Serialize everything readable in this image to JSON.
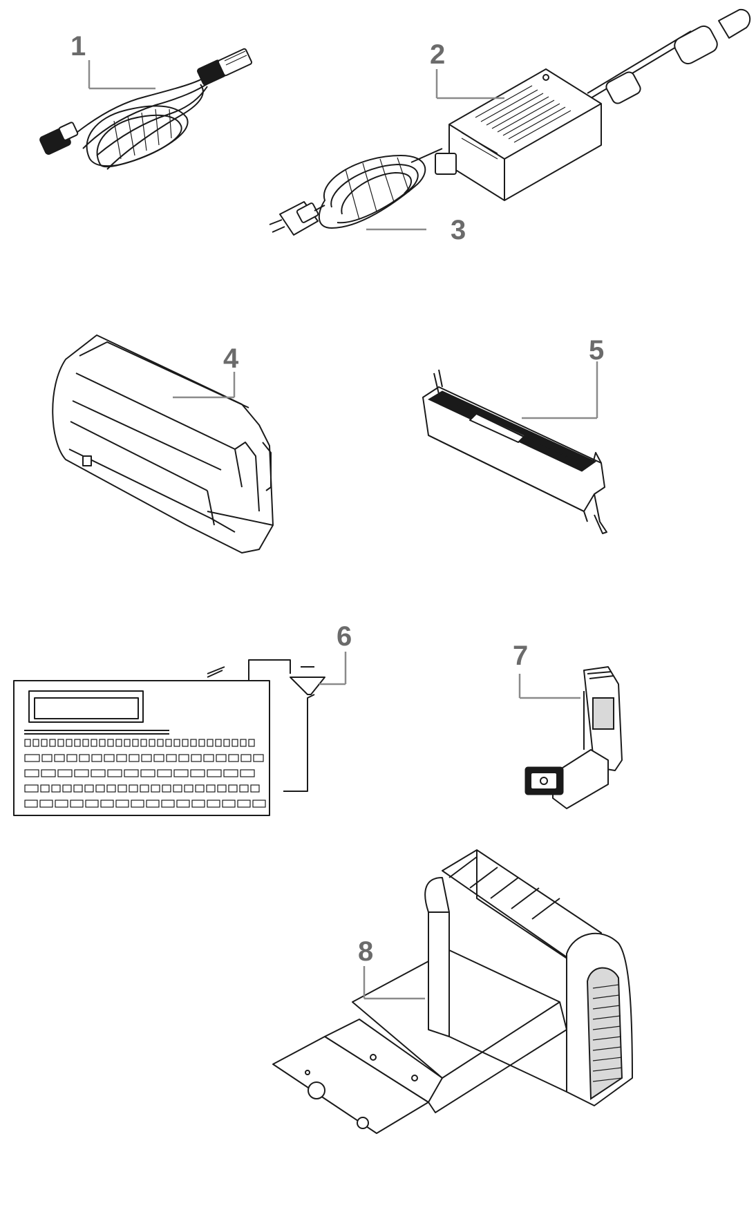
{
  "parts": [
    {
      "id": "cable-usb",
      "callout": "1"
    },
    {
      "id": "power-adapter",
      "callout": "2"
    },
    {
      "id": "power-cord",
      "callout": "3"
    },
    {
      "id": "cutter-module",
      "callout": "4"
    },
    {
      "id": "peeler-module",
      "callout": "5"
    },
    {
      "id": "label-sheet",
      "callout": "6"
    },
    {
      "id": "bracket",
      "callout": "7"
    },
    {
      "id": "media-holder",
      "callout": "8"
    }
  ]
}
